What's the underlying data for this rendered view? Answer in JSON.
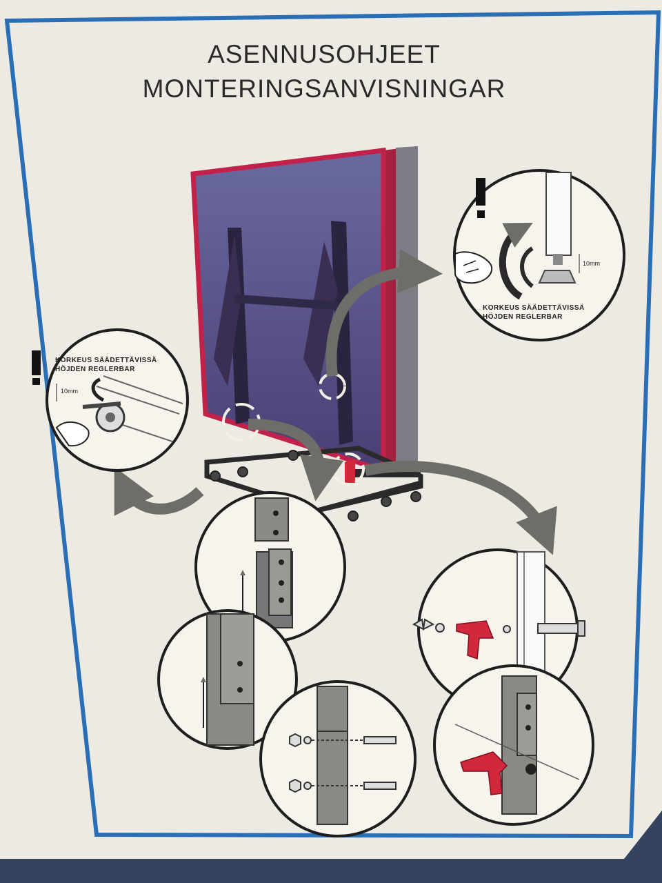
{
  "document": {
    "title_fi": "ASENNUSOHJEET",
    "title_sv": "MONTERINGSANVISNINGAR",
    "caption_right": {
      "line1": "KORKEUS SÄÄDETTÄVISSÄ",
      "line2": "HÖJDEN REGLERBAR",
      "dimension": "10mm"
    },
    "caption_left": {
      "line1": "KORKEUS SÄÄDETTÄVISSÄ",
      "line2": "HÖJDEN REGLERBAR",
      "dimension": "10mm"
    }
  },
  "colors": {
    "paper": "#eceae2",
    "border_blue": "#2a6fb5",
    "table_purple": "#5a4f86",
    "table_red_edge": "#c2224a",
    "clip_red": "#d2283c",
    "arrow_gray": "#6e6e68",
    "metal": "#7b7b76"
  },
  "icons": [
    "warning-exclamation-icon",
    "hand-icon",
    "rotate-arrows-icon",
    "up-arrow-icon",
    "curved-arrow-icon",
    "bolt-icon",
    "wing-nut-icon"
  ]
}
